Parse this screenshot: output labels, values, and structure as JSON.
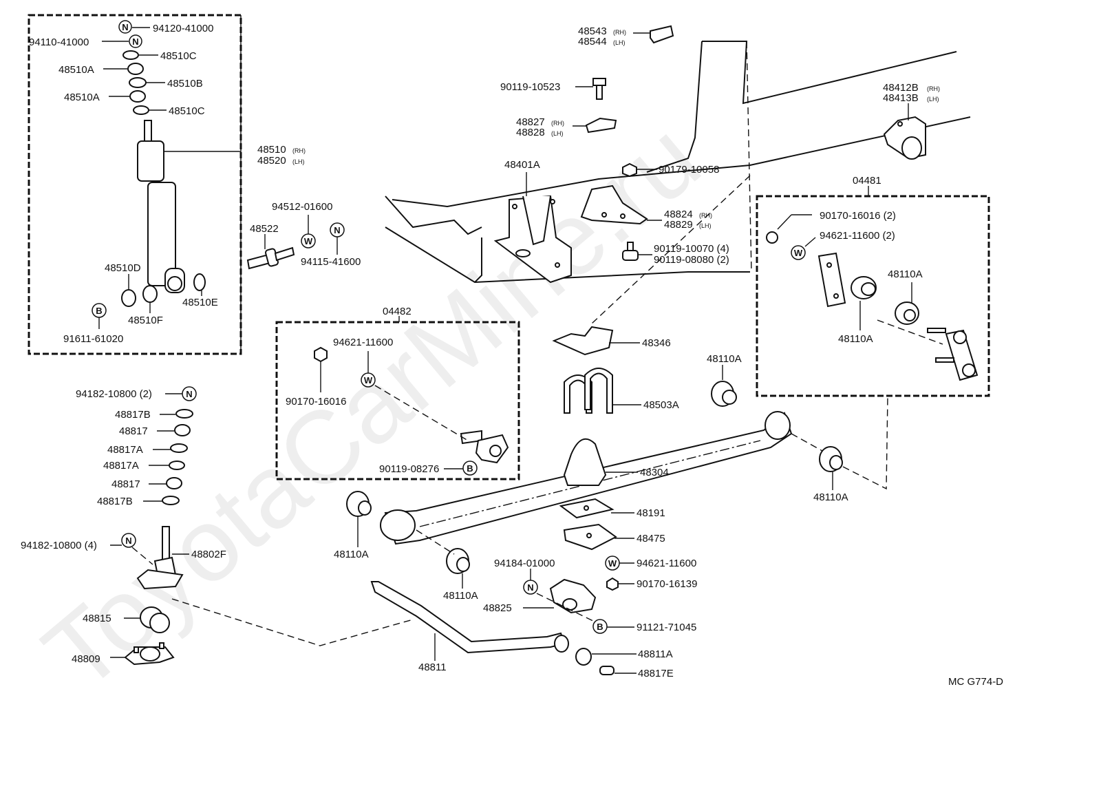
{
  "watermark": "ToyotaCarMine.ru",
  "diagram_code": "MC G774-D",
  "symbols": {
    "N": "N",
    "W": "W",
    "B": "B"
  },
  "labels": {
    "p94120_41000": "94120-41000",
    "p94110_41000": "94110-41000",
    "p48510C_top": "48510C",
    "p48510A_top": "48510A",
    "p48510B": "48510B",
    "p48510A_mid": "48510A",
    "p48510C_mid": "48510C",
    "p48510": "48510",
    "p48520": "48520",
    "p48510D": "48510D",
    "p48510E": "48510E",
    "p48510F": "48510F",
    "p91611_61020": "91611-61020",
    "p94512_01600": "94512-01600",
    "p48522": "48522",
    "p94115_41600": "94115-41600",
    "p48543": "48543",
    "p48544": "48544",
    "p90119_10523": "90119-10523",
    "p48827": "48827",
    "p48828": "48828",
    "p48401A": "48401A",
    "p90179_10058": "90179-10058",
    "p48824": "48824",
    "p48829": "48829",
    "p90119_10070": "90119-10070 (4)",
    "p90119_08080": "90119-08080 (2)",
    "p48412B": "48412B",
    "p48413B": "48413B",
    "p04481": "04481",
    "p90170_16016_2": "90170-16016 (2)",
    "p94621_11600_2": "94621-11600 (2)",
    "p48110A_r1": "48110A",
    "p48110A_r2": "48110A",
    "p04482": "04482",
    "p94621_11600_box": "94621-11600",
    "p90170_16016_box": "90170-16016",
    "p90119_08276": "90119-08276",
    "p48346": "48346",
    "p48110A_r3": "48110A",
    "p48503A": "48503A",
    "p48304": "48304",
    "p48110A_r4": "48110A",
    "p48191": "48191",
    "p48475": "48475",
    "p94621_11600": "94621-11600",
    "p90170_16139": "90170-16139",
    "p94184_01000": "94184-01000",
    "p48825": "48825",
    "p91121_71045": "91121-71045",
    "p48110A_l1": "48110A",
    "p48110A_l2": "48110A",
    "p94182_10800_2": "94182-10800 (2)",
    "p48817B_top": "48817B",
    "p48817_top": "48817",
    "p48817A_top": "48817A",
    "p48817A_bot": "48817A",
    "p48817_bot": "48817",
    "p48817B_bot": "48817B",
    "p94182_10800_4": "94182-10800 (4)",
    "p48802F": "48802F",
    "p48815": "48815",
    "p48809": "48809",
    "p48811": "48811",
    "p48811A": "48811A",
    "p48817E": "48817E"
  },
  "side_tags": {
    "rh1": "(RH)",
    "lh1": "(LH)",
    "rh2": "(RH)",
    "lh2": "(LH)",
    "rh3": "(RH)",
    "lh3": "(LH)",
    "rh4": "(RH)",
    "lh4": "(LH)",
    "rh5": "(RH)",
    "lh5": "(LH)"
  }
}
